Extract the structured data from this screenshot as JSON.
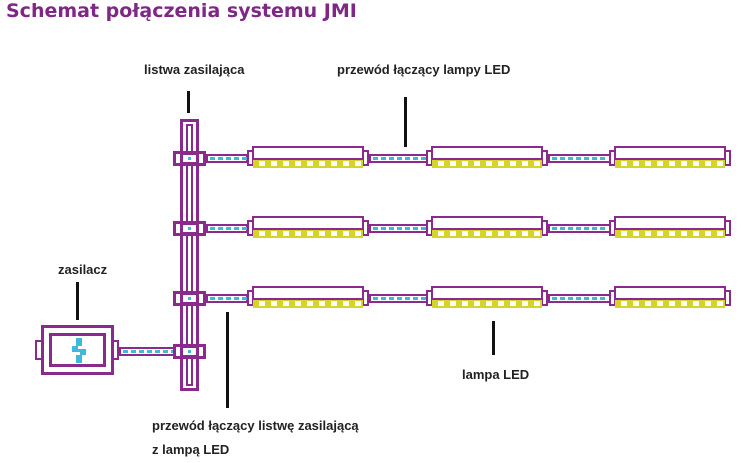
{
  "title": "Schemat połączenia systemu JMI",
  "labels": {
    "power_strip": "listwa zasilająca",
    "lamp_cable": "przewód łączący lampy LED",
    "power_supply": "zasilacz",
    "strip_cable_line1": "przewód łączący listwę zasilającą",
    "strip_cable_line2": "z lampą LED",
    "led_lamp": "lampa LED"
  },
  "colors": {
    "frame": "#8a2a8c",
    "led": "#d4d42a",
    "wire": "#3fb8dc",
    "title": "#7f2785",
    "pointer": "#111111"
  },
  "layout_meta": {
    "rows": 3,
    "lamps_per_row": 3
  }
}
